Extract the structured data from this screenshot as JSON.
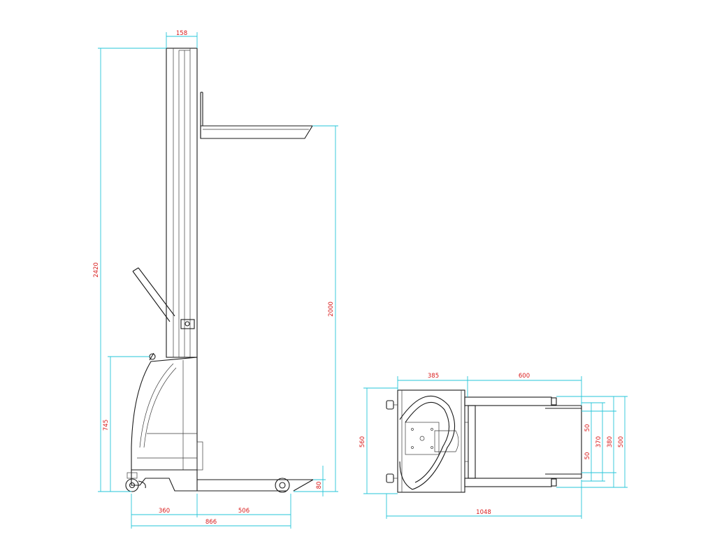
{
  "colors": {
    "outline": "#1a1a1a",
    "dimension_line": "#26c6d8",
    "dimension_text": "#d81b1b",
    "background": "#ffffff"
  },
  "side_view": {
    "dims": {
      "mast_width": "158",
      "overall_height": "2420",
      "platform_height": "2000",
      "body_height": "745",
      "fork_height": "80",
      "body_length": "360",
      "fork_length": "506",
      "overall_length": "866"
    }
  },
  "top_view": {
    "dims": {
      "body_length": "385",
      "fork_length": "600",
      "overall_width": "560",
      "fork_offset_upper": "50",
      "fork_offset_lower": "50",
      "inner_width": "370",
      "fork_spread": "380",
      "outer_width": "500",
      "overall_length": "1048"
    }
  }
}
